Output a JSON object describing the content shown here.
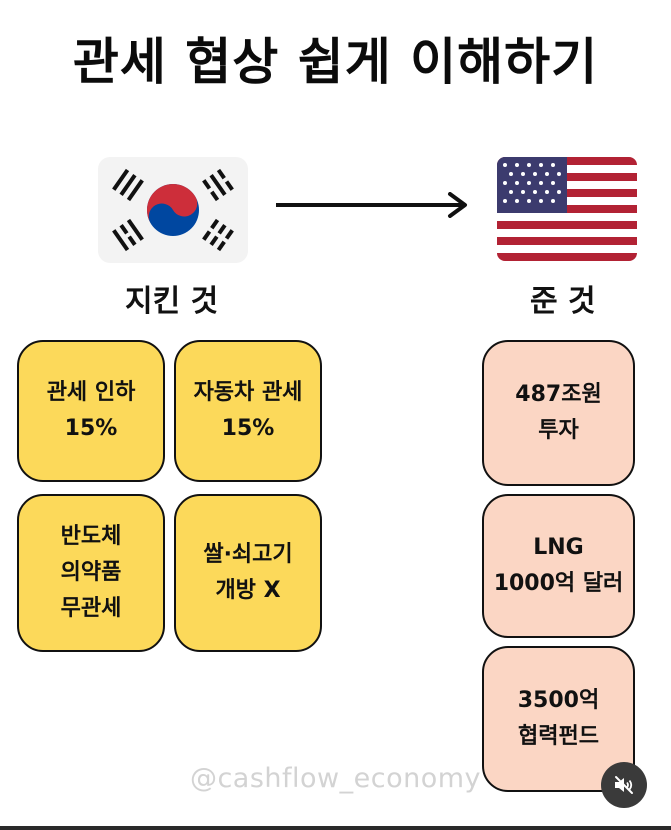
{
  "title": "관세 협상 쉽게 이해하기",
  "left": {
    "flag": "south-korea-flag",
    "label": "지킨 것",
    "cards": [
      {
        "lines": [
          "관세 인하",
          "15%"
        ]
      },
      {
        "lines": [
          "자동차 관세",
          "15%"
        ]
      },
      {
        "lines": [
          "반도체",
          "의약품",
          "무관세"
        ]
      },
      {
        "lines": [
          "쌀·쇠고기",
          "개방 X"
        ]
      }
    ]
  },
  "right": {
    "flag": "united-states-flag",
    "label": "준 것",
    "cards": [
      {
        "lines": [
          "487조원",
          "투자"
        ]
      },
      {
        "lines": [
          "LNG",
          "1000억 달러"
        ]
      },
      {
        "lines": [
          "3500억",
          "협력펀드"
        ]
      }
    ]
  },
  "watermark": "@cashflow_economy",
  "icons": {
    "arrow": "right-arrow-icon",
    "mute": "muted-speaker-icon"
  },
  "colors": {
    "yellow": "#fcd95a",
    "peach": "#fbd6c4",
    "kr_red": "#cd2e3a",
    "kr_blue": "#0047a0",
    "us_red": "#b22234",
    "us_blue": "#3c3b6e"
  }
}
